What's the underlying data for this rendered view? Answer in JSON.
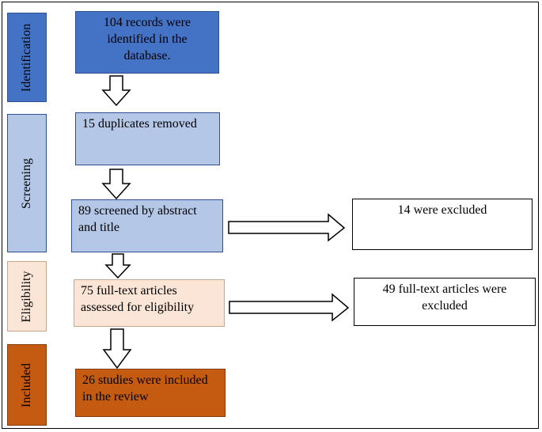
{
  "stages": {
    "identification": "Identification",
    "screening": "Screening",
    "eligibility": "Eligibility",
    "included": "Included"
  },
  "colors": {
    "identification": "#4472c4",
    "screening": "#b4c7e7",
    "eligibility": "#fbe5d6",
    "included": "#c55a11"
  },
  "boxes": {
    "identified": [
      "104 records were",
      "identified in the",
      "database."
    ],
    "duplicates": [
      "15 duplicates removed"
    ],
    "screened": [
      "89 screened by abstract",
      "and title"
    ],
    "excluded_screening": [
      "14 were excluded"
    ],
    "fulltext": [
      "75 full-text articles",
      "assessed for eligibility"
    ],
    "excluded_fulltext": [
      "49 full-text articles were",
      "excluded"
    ],
    "included": [
      "26 studies were included",
      "in the review"
    ]
  }
}
